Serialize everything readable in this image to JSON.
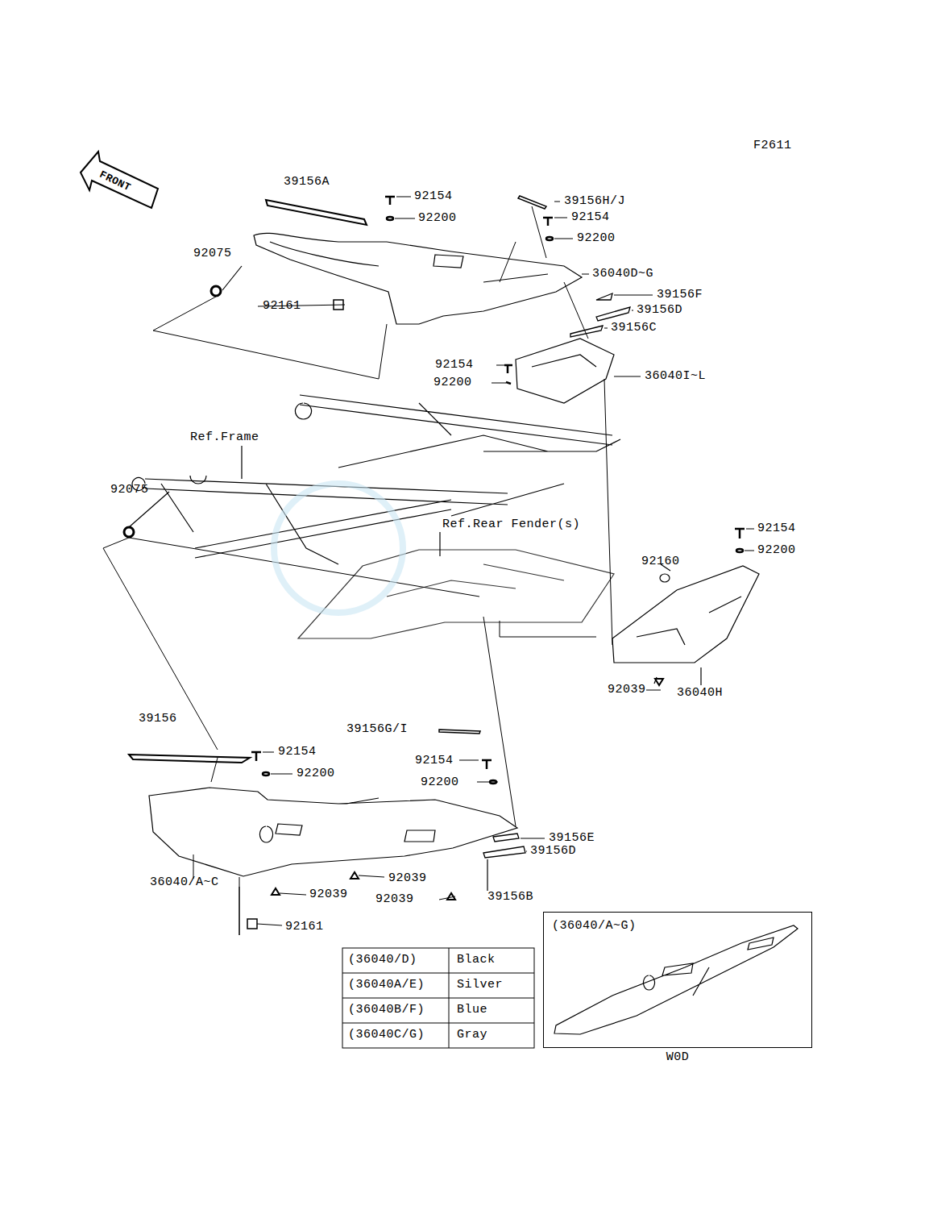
{
  "diagram": {
    "nodes": [
      {
        "text": [
          "(36040/A~G)",
          "W0D"
        ]
      }
    ],
    "edges": [],
    "labels": [
      "F2611",
      "FRONT",
      "39156A",
      "92154",
      "92200",
      "39156H/J",
      "92154",
      "92200",
      "36040D~G",
      "92075",
      "92161",
      "39156F",
      "39156D",
      "39156C",
      "92154",
      "92200",
      "36040I~L",
      "Ref.Frame",
      "92075",
      "Ref.Rear Fender(s)",
      "92154",
      "92200",
      "92160",
      "92039",
      "36040H",
      "39156",
      "39156G/I",
      "92154",
      "92200",
      "92154",
      "92200",
      "39156E",
      "39156D",
      "36040/A~C",
      "92039",
      "92039",
      "92039",
      "39156B",
      "92161",
      "(36040/D)",
      "Black",
      "(36040A/E)",
      "Silver",
      "(36040B/F)",
      "Blue",
      "(36040C/G)",
      "Gray"
    ]
  }
}
